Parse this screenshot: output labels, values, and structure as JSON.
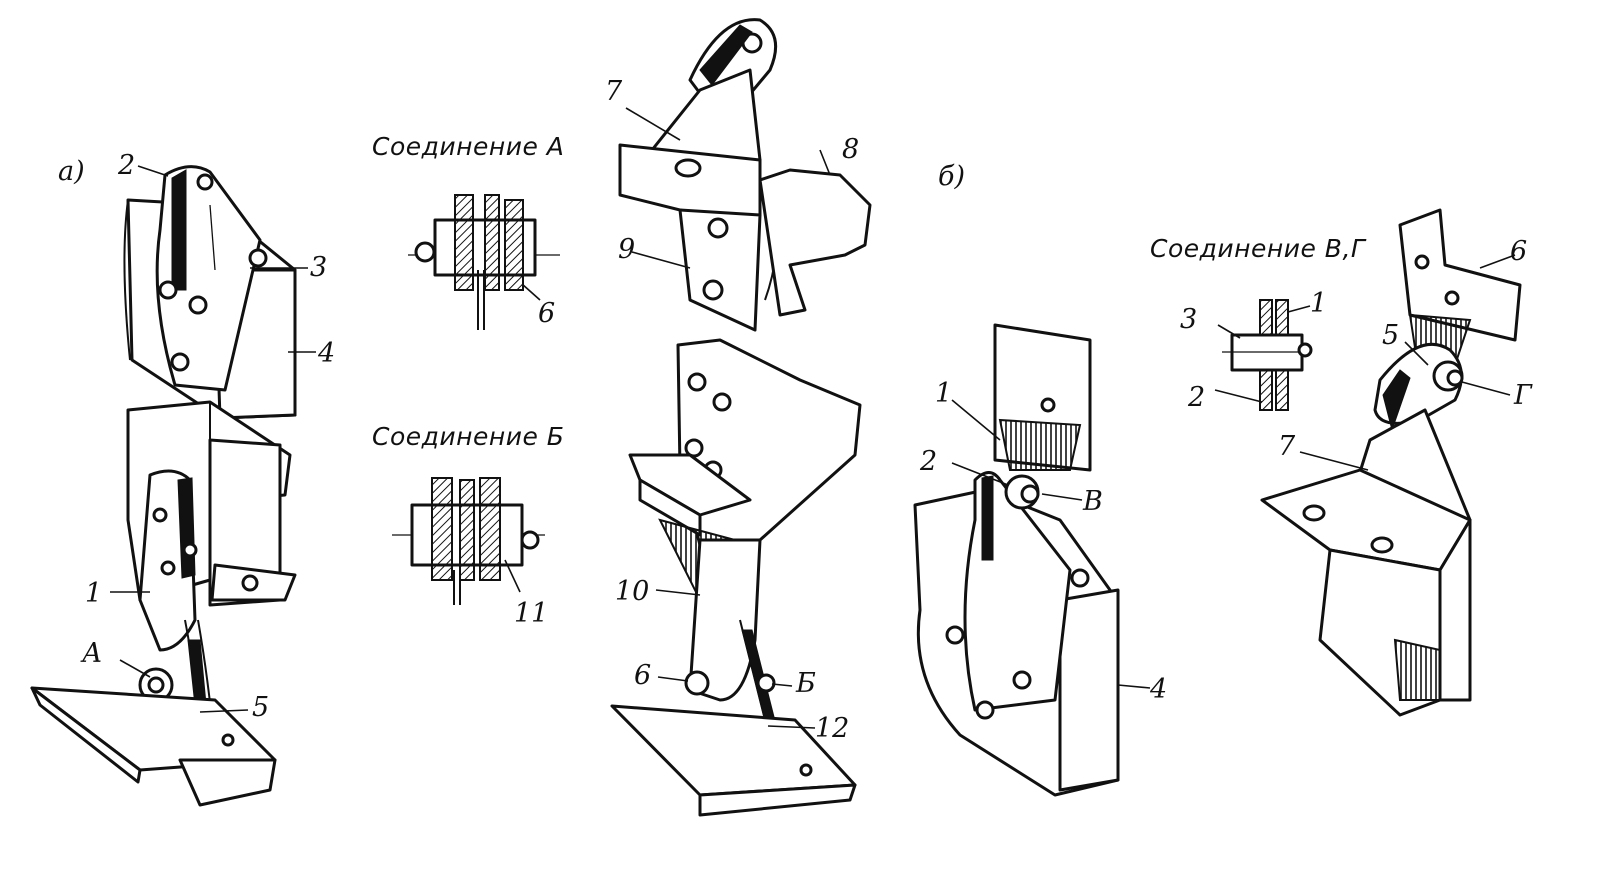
{
  "panels": {
    "a": "а)",
    "b": "б)"
  },
  "headings": {
    "joint_a": "Соединение А",
    "joint_b": "Соединение Б",
    "joint_vg": "Соединение В,Г"
  },
  "callouts": {
    "a_1": "1",
    "a_2": "2",
    "a_3": "3",
    "a_4": "4",
    "a_5": "5",
    "a_A": "А",
    "ja_6": "6",
    "jb_11": "11",
    "m_7": "7",
    "m_8": "8",
    "m_9": "9",
    "m_10": "10",
    "m_6": "6",
    "m_B": "Б",
    "m_12": "12",
    "b_1": "1",
    "b_2": "2",
    "b_V": "В",
    "b_4": "4",
    "jvg_1": "1",
    "jvg_2": "2",
    "jvg_3": "3",
    "r_6": "6",
    "r_5": "5",
    "r_G": "Г",
    "r_7": "7"
  }
}
